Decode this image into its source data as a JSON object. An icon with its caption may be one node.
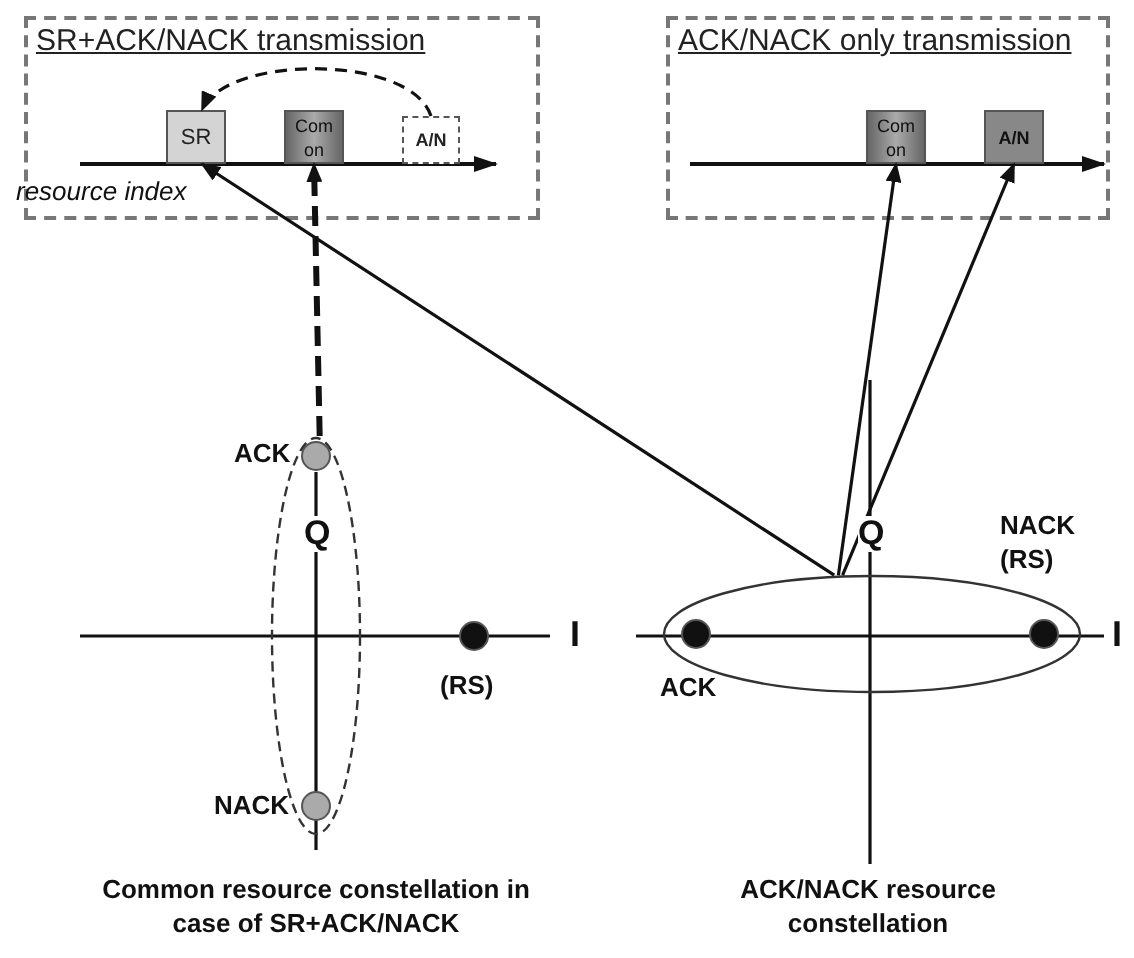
{
  "diagram": {
    "nodes": [
      {
        "text": [
          "SR+ACK/NACK transmission"
        ]
      },
      {
        "text": [
          "SR"
        ],
        "in": 0
      },
      {
        "text": [
          "Com on"
        ],
        "in": 0
      },
      {
        "text": [
          "A/N"
        ],
        "in": 0
      },
      {
        "text": [
          "ACK/NACK only transmission"
        ]
      },
      {
        "text": [
          "Com on"
        ],
        "in": 4
      },
      {
        "text": [
          "A/N"
        ],
        "in": 4
      },
      {
        "text": [],
        "shape": "ellipse"
      },
      {
        "text": [],
        "shape": "ellipse"
      }
    ],
    "edges": [
      {
        "from": 3,
        "to": 1,
        "arrow": "to",
        "style": "dashed"
      },
      {
        "from": 7,
        "to": 2,
        "arrow": "to",
        "style": "dashed"
      },
      {
        "from": 8,
        "to": 1,
        "arrow": "to"
      },
      {
        "from": 8,
        "to": 5,
        "arrow": "to"
      },
      {
        "from": 8,
        "to": 6,
        "arrow": "to"
      }
    ],
    "labels": [
      "resource index",
      "Q",
      "Q",
      "ACK",
      "NACK (RS)",
      "I",
      "(RS)",
      "I",
      "ACK",
      "NACK",
      "Common resource constellation in case of SR+ACK/NACK",
      "ACK/NACK resource constellation"
    ]
  }
}
